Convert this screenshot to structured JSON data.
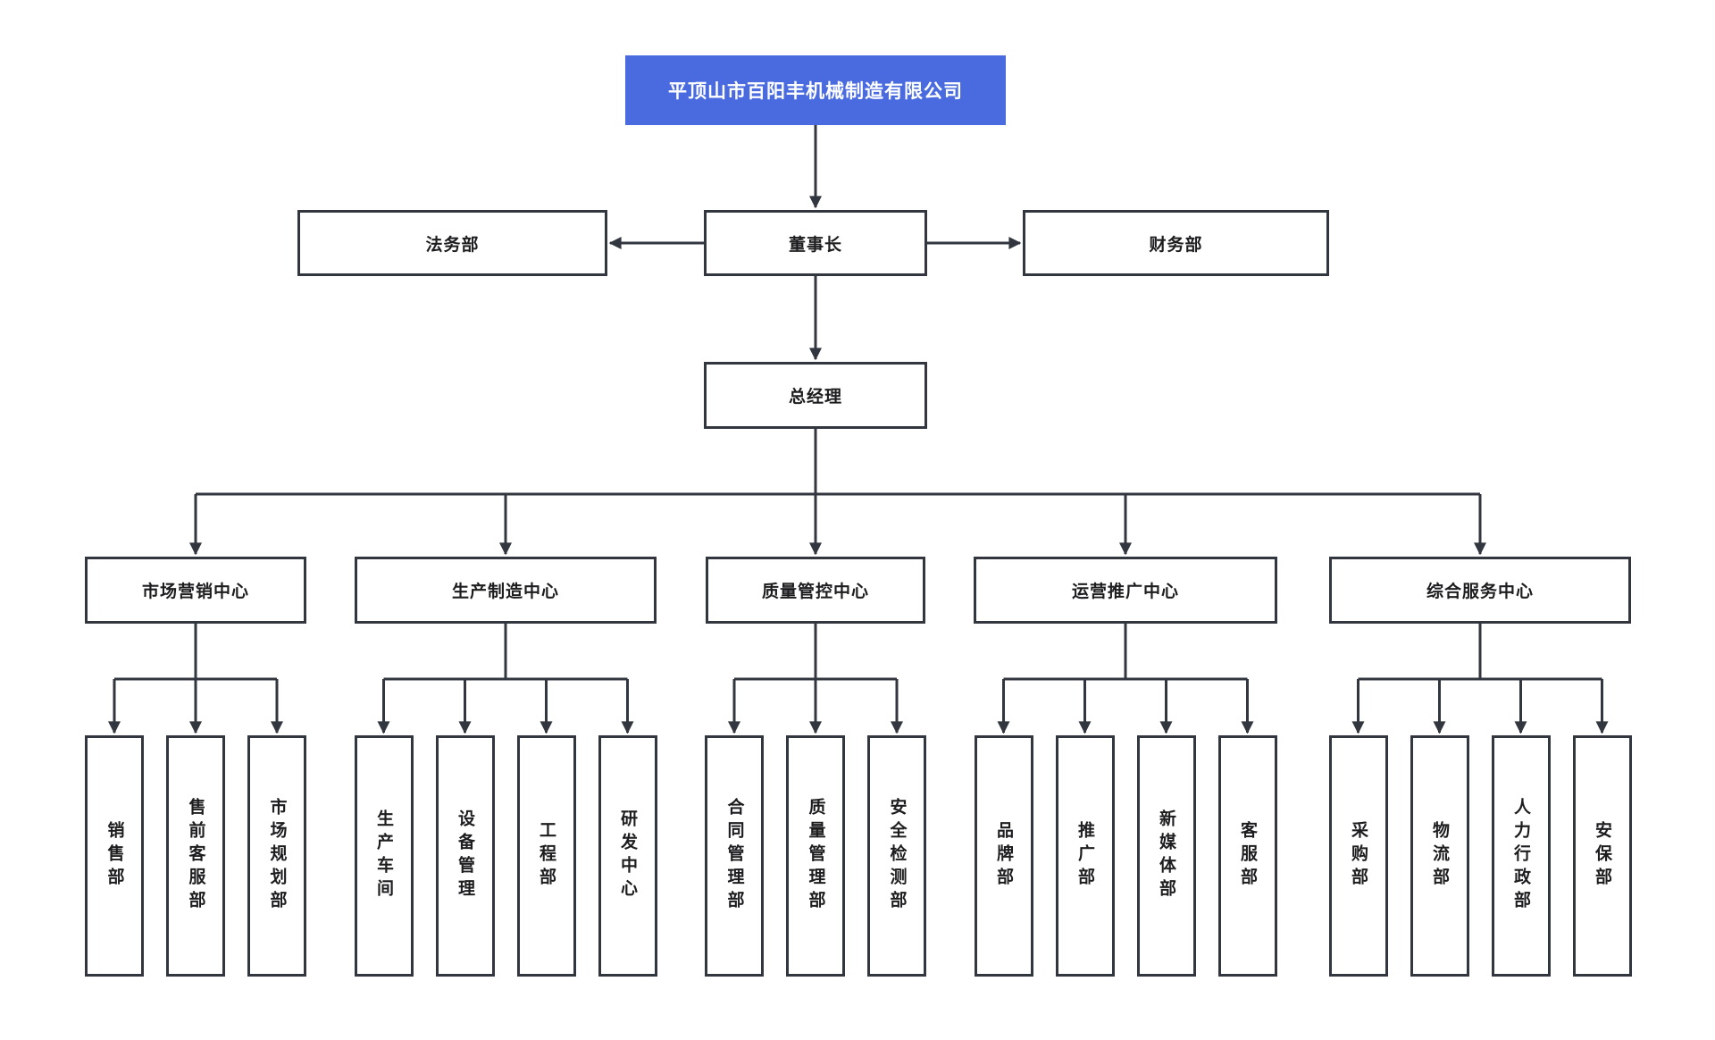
{
  "org_chart": {
    "root": {
      "label": "平顶山市百阳丰机械制造有限公司"
    },
    "executive_row": {
      "legal": {
        "label": "法务部"
      },
      "chairman": {
        "label": "董事长"
      },
      "finance": {
        "label": "财务部"
      }
    },
    "general_manager": {
      "label": "总经理"
    },
    "centers": [
      {
        "label": "市场营销中心",
        "children": [
          {
            "label": "销售部"
          },
          {
            "label": "售前客服部"
          },
          {
            "label": "市场规划部"
          }
        ]
      },
      {
        "label": "生产制造中心",
        "children": [
          {
            "label": "生产车间"
          },
          {
            "label": "设备管理"
          },
          {
            "label": "工程部"
          },
          {
            "label": "研发中心"
          }
        ]
      },
      {
        "label": "质量管控中心",
        "children": [
          {
            "label": "合同管理部"
          },
          {
            "label": "质量管理部"
          },
          {
            "label": "安全检测部"
          }
        ]
      },
      {
        "label": "运营推广中心",
        "children": [
          {
            "label": "品牌部"
          },
          {
            "label": "推广部"
          },
          {
            "label": "新媒体部"
          },
          {
            "label": "客服部"
          }
        ]
      },
      {
        "label": "综合服务中心",
        "children": [
          {
            "label": "采购部"
          },
          {
            "label": "物流部"
          },
          {
            "label": "人力行政部"
          },
          {
            "label": "安保部"
          }
        ]
      }
    ],
    "colors": {
      "root_bg": "#4A6BE0",
      "root_text": "#FFFFFF",
      "line": "#32363E",
      "node_border": "#32363E",
      "node_bg": "#FFFFFF",
      "node_text": "#1D1D1F",
      "background": "#FFFFFF"
    }
  }
}
